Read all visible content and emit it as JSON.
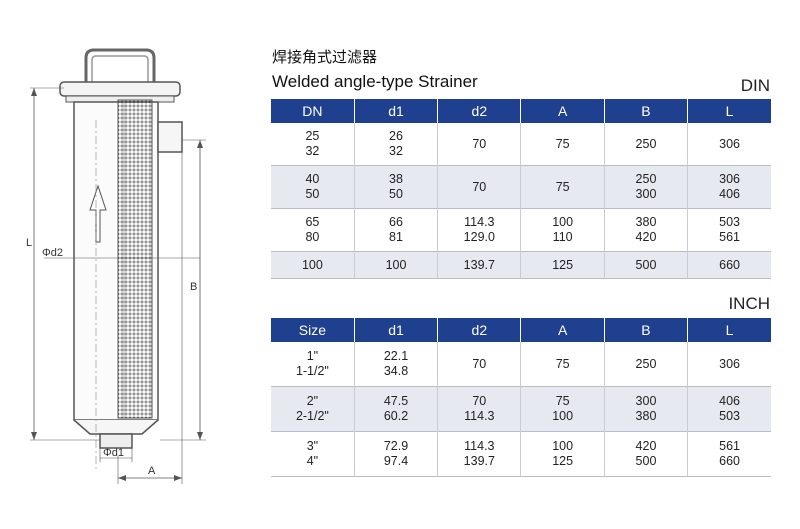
{
  "title_cn": "焊接角式过滤器",
  "title_en": "Welded angle-type Strainer",
  "drawing": {
    "label_L": "L",
    "label_B": "B",
    "label_A": "A",
    "label_d1": "Φd1",
    "label_d2": "Φd2"
  },
  "din": {
    "label": "DIN",
    "headers": [
      "DN",
      "d1",
      "d2",
      "A",
      "B",
      "L"
    ],
    "rows": [
      [
        "25\n32",
        "26\n32",
        "70",
        "75",
        "250",
        "306"
      ],
      [
        "40\n50",
        "38\n50",
        "70",
        "75",
        "250\n300",
        "306\n406"
      ],
      [
        "65\n80",
        "66\n81",
        "114.3\n129.0",
        "100\n110",
        "380\n420",
        "503\n561"
      ],
      [
        "100",
        "100",
        "139.7",
        "125",
        "500",
        "660"
      ]
    ]
  },
  "inch": {
    "label": "INCH",
    "headers": [
      "Size",
      "d1",
      "d2",
      "A",
      "B",
      "L"
    ],
    "rows": [
      [
        "1\"\n1-1/2\"",
        "22.1\n34.8",
        "70",
        "75",
        "250",
        "306"
      ],
      [
        "2\"\n2-1/2\"",
        "47.5\n60.2",
        "70\n114.3",
        "75\n100",
        "300\n380",
        "406\n503"
      ],
      [
        "3\"\n4\"",
        "72.9\n97.4",
        "114.3\n139.7",
        "100\n125",
        "420\n500",
        "561\n660"
      ]
    ]
  }
}
